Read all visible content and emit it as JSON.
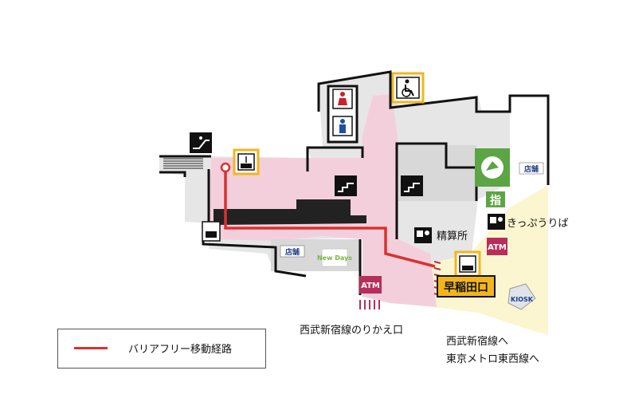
{
  "map": {
    "labels": {
      "seibu_transfer": "西武新宿線のりかえ口",
      "seibu_to": "西武新宿線へ",
      "metro_to": "東京メトロ東西線へ",
      "waseda_exit": "早稲田口",
      "fare_adjust": "精算所",
      "ticket_office": "きっぷうりば",
      "shop_1": "店舗",
      "shop_2": "店舗",
      "info_sign": "指",
      "atm_1": "ATM",
      "atm_2": "ATM",
      "newdays": "New Days",
      "kiosk": "KIOSK"
    }
  },
  "legend": {
    "barrier_free_route": "バリアフリー移動経路",
    "route_color": "#d9322f"
  },
  "colors": {
    "pink_area": "#f3cfdc",
    "gray_area": "#e6e6e6",
    "yellow_area": "#fbf6cf",
    "atm": "#b72e5a",
    "green": "#5ba544",
    "elevator_frame": "#f2b61b"
  }
}
